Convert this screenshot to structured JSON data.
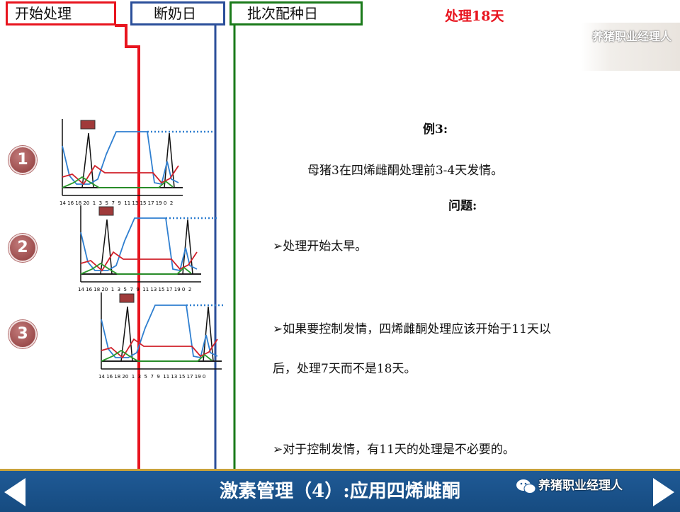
{
  "header": {
    "start_label": "开始处理",
    "weaning_label": "断奶日",
    "breeding_label": "批次配种日",
    "treatment_days": "处理18天"
  },
  "watermark_top": "养猪职业经理人",
  "example": {
    "title": "例3:",
    "description": "母猪3在四烯雌酮处理前3-4天发情。",
    "question": "问题:",
    "points": [
      "处理开始太早。",
      "如果要控制发情，四烯雌酮处理应该开始于11天以",
      "后，处理7天而不是18天。",
      "对于控制发情，有11天的处理是不必要的。"
    ]
  },
  "sows": [
    {
      "number": "1",
      "axis_labels": "14 16 18 20  1  3  5  7  9  11 13 15 17 19 0  2"
    },
    {
      "number": "2",
      "axis_labels": "14 16 18 20  1  3  5  7  9  11 13 15 17 19 0  2"
    },
    {
      "number": "3",
      "axis_labels": "14 16 18 20  1  3  5  7  9  11 13 15 17 19 0"
    }
  ],
  "colors": {
    "start_line": "#e8141e",
    "weaning_line": "#2b4f9a",
    "breeding_line": "#1a7a1a",
    "progesterone": "#2f7fd0",
    "estrogen_peak": "#111111",
    "red_curve": "#d0202a",
    "green_curve": "#2a9a2a"
  },
  "footer": {
    "title": "激素管理（4）:应用四烯雌酮",
    "watermark": "养猪职业经理人"
  }
}
